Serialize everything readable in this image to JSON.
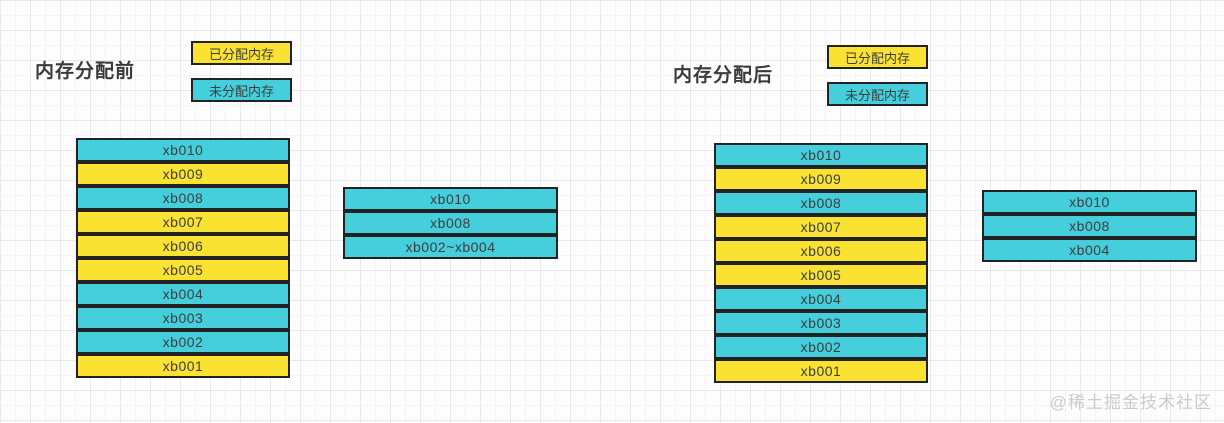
{
  "colors": {
    "allocated": "#F9E231",
    "free": "#45CEDC",
    "border": "#222222",
    "text": "#3d3d3d",
    "watermark": "#cbcbcb"
  },
  "panels": [
    {
      "title": "内存分配前",
      "legend": [
        {
          "label": "已分配内存",
          "state": "allocated"
        },
        {
          "label": "未分配内存",
          "state": "free"
        }
      ],
      "memory_blocks": [
        {
          "label": "xb010",
          "state": "free"
        },
        {
          "label": "xb009",
          "state": "allocated"
        },
        {
          "label": "xb008",
          "state": "free"
        },
        {
          "label": "xb007",
          "state": "allocated"
        },
        {
          "label": "xb006",
          "state": "allocated"
        },
        {
          "label": "xb005",
          "state": "allocated"
        },
        {
          "label": "xb004",
          "state": "free"
        },
        {
          "label": "xb003",
          "state": "free"
        },
        {
          "label": "xb002",
          "state": "free"
        },
        {
          "label": "xb001",
          "state": "allocated"
        }
      ],
      "free_list": [
        "xb010",
        "xb008",
        "xb002~xb004"
      ]
    },
    {
      "title": "内存分配后",
      "legend": [
        {
          "label": "已分配内存",
          "state": "allocated"
        },
        {
          "label": "未分配内存",
          "state": "free"
        }
      ],
      "memory_blocks": [
        {
          "label": "xb010",
          "state": "free"
        },
        {
          "label": "xb009",
          "state": "allocated"
        },
        {
          "label": "xb008",
          "state": "free"
        },
        {
          "label": "xb007",
          "state": "allocated"
        },
        {
          "label": "xb006",
          "state": "allocated"
        },
        {
          "label": "xb005",
          "state": "allocated"
        },
        {
          "label": "xb004",
          "state": "free"
        },
        {
          "label": "xb003",
          "state": "free"
        },
        {
          "label": "xb002",
          "state": "free"
        },
        {
          "label": "xb001",
          "state": "allocated"
        }
      ],
      "free_list": [
        "xb010",
        "xb008",
        "xb004"
      ]
    }
  ],
  "watermark": "@稀土掘金技术社区"
}
